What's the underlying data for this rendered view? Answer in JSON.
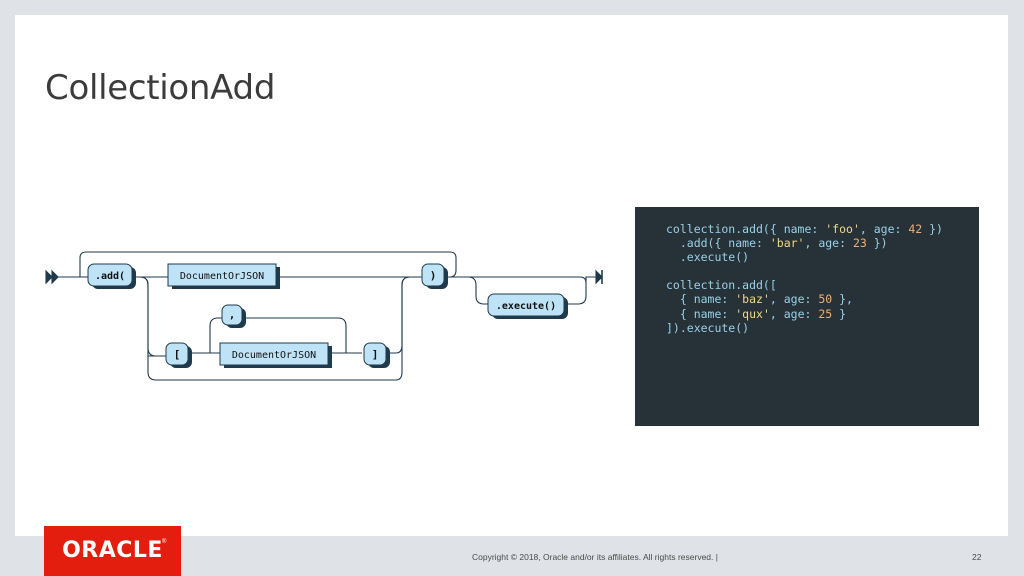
{
  "slide": {
    "title": "CollectionAdd"
  },
  "diagram": {
    "terminals": [
      ".add(",
      ")",
      ".execute()",
      "[",
      ",",
      "]"
    ],
    "nonterminals": [
      "DocumentOrJSON",
      "DocumentOrJSON"
    ]
  },
  "code": {
    "lines": [
      "collection.add({ name: 'foo', age: 42 })",
      "  .add({ name: 'bar', age: 23 })",
      "  .execute()",
      "",
      "collection.add([",
      "  { name: 'baz', age: 50 },",
      "  { name: 'qux', age: 25 }",
      "]).execute()"
    ]
  },
  "footer": {
    "logo": "ORACLE",
    "trademark": "®",
    "copyright": "Copyright © 2018, Oracle and/or its affiliates. All rights reserved.  |",
    "page_number": "22"
  },
  "colors": {
    "accent_red": "#e31e0f",
    "code_bg": "#263238",
    "diagram_box": "#bfe3f6",
    "diagram_stroke": "#1f3a4b"
  }
}
